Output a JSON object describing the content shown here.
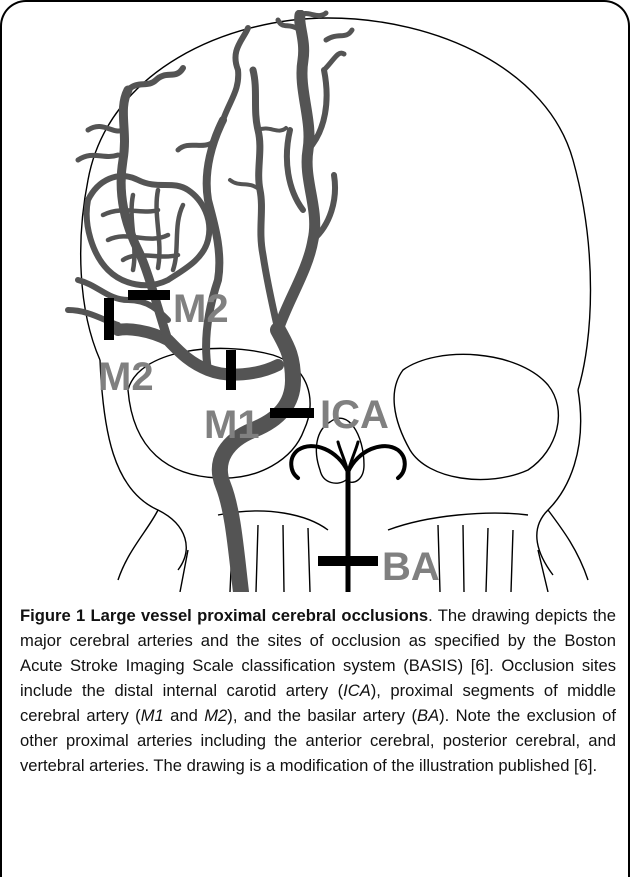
{
  "figure": {
    "labels": {
      "m2_upper": "M2",
      "m2_lower": "M2",
      "m1": "M1",
      "ica": "ICA",
      "ba": "BA"
    },
    "colors": {
      "vessel": "#545454",
      "outline": "#000000",
      "label": "#808080",
      "marker": "#000000"
    }
  },
  "caption": {
    "title": "Figure 1 Large vessel proximal cerebral occlusions",
    "p1": ". The drawing depicts the major cerebral arteries and the sites of occlusion as specified by the Boston Acute Stroke Imaging Scale classification system (BASIS) [6]. Occlusion sites include the distal internal carotid artery (",
    "ica_abbr": "ICA",
    "p2": "), proximal segments of middle cerebral artery (",
    "m1_abbr": "M1",
    "p3": " and ",
    "m2_abbr": "M2",
    "p4": "), and the basilar artery (",
    "ba_abbr": "BA",
    "p5": "). Note the exclusion of other proximal arteries including the anterior cerebral, posterior cerebral, and vertebral arteries. The drawing is a modification of the illustration published [6]."
  }
}
